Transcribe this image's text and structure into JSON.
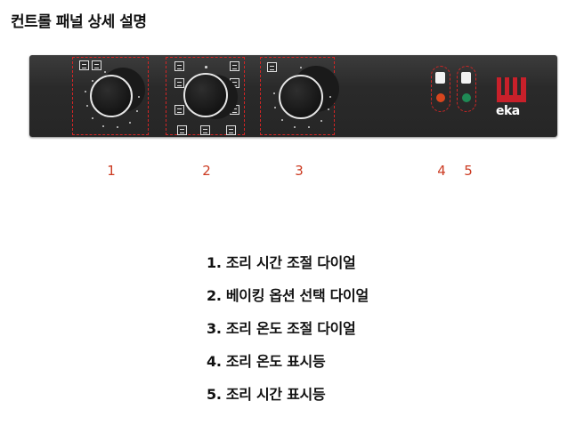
{
  "title": "컨트롤 패널 상세 설명",
  "brand": {
    "logo_text": "eka",
    "logo_color": "#c8202a"
  },
  "accent_color": "#d22525",
  "lamps": [
    {
      "number": "4",
      "color": "#d8461e"
    },
    {
      "number": "5",
      "color": "#1f8a55"
    }
  ],
  "callouts": [
    "1",
    "2",
    "3",
    "4",
    "5"
  ],
  "descriptions": [
    "1. 조리 시간 조절 다이얼",
    "2. 베이킹 옵션 선택 다이얼",
    "3. 조리 온도 조절 다이얼",
    "4. 조리 온도 표시등",
    "5. 조리 시간 표시등"
  ]
}
